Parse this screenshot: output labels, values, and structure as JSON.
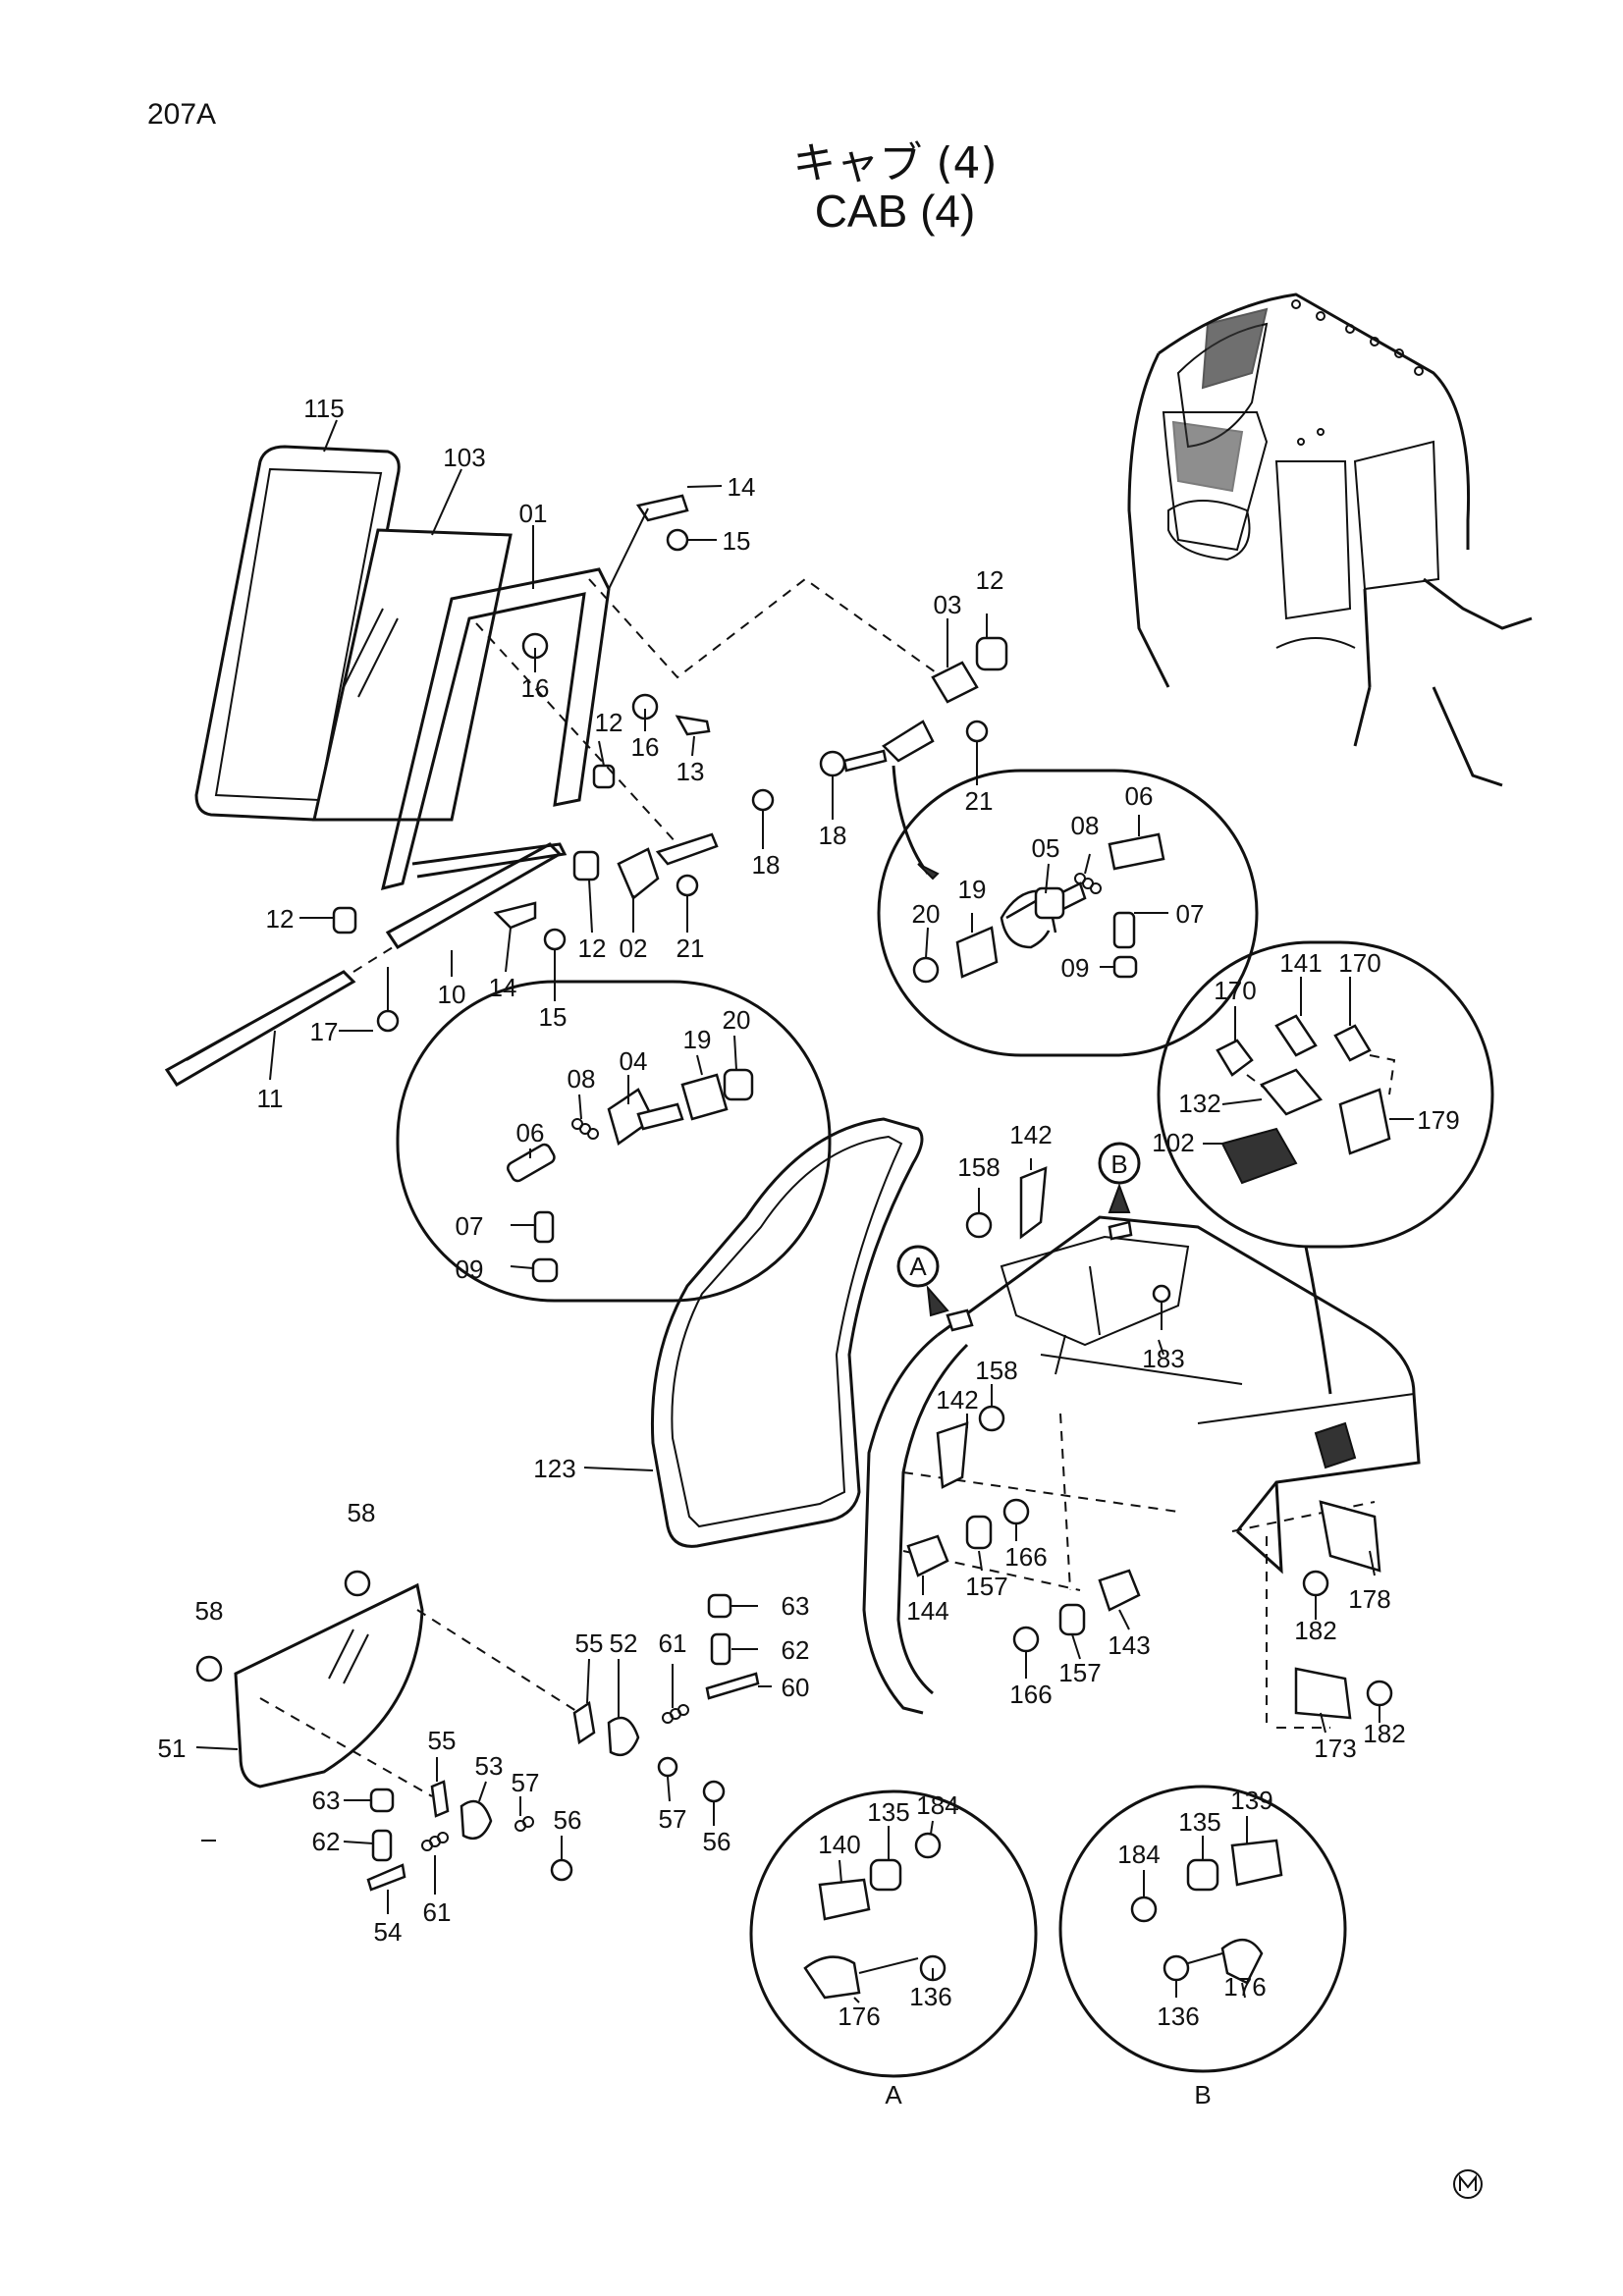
{
  "page_code": "207A",
  "title_jp": "キャブ (4)",
  "title_en": "CAB (4)",
  "detail_letters": [
    "A",
    "B"
  ],
  "callouts": [
    {
      "id": "c115",
      "label": "115"
    },
    {
      "id": "c103",
      "label": "103"
    },
    {
      "id": "c01",
      "label": "01"
    },
    {
      "id": "c14a",
      "label": "14"
    },
    {
      "id": "c15a",
      "label": "15"
    },
    {
      "id": "c16a",
      "label": "16"
    },
    {
      "id": "c12a",
      "label": "12"
    },
    {
      "id": "c16b",
      "label": "16"
    },
    {
      "id": "c13",
      "label": "13"
    },
    {
      "id": "c03",
      "label": "03"
    },
    {
      "id": "c12b",
      "label": "12"
    },
    {
      "id": "c21a",
      "label": "21"
    },
    {
      "id": "c18a",
      "label": "18"
    },
    {
      "id": "c18b",
      "label": "18"
    },
    {
      "id": "c12c",
      "label": "12"
    },
    {
      "id": "c12d",
      "label": "12"
    },
    {
      "id": "c02",
      "label": "02"
    },
    {
      "id": "c21b",
      "label": "21"
    },
    {
      "id": "c10",
      "label": "10"
    },
    {
      "id": "c14b",
      "label": "14"
    },
    {
      "id": "c15b",
      "label": "15"
    },
    {
      "id": "c17",
      "label": "17"
    },
    {
      "id": "c11",
      "label": "11"
    },
    {
      "id": "c06a",
      "label": "06"
    },
    {
      "id": "c08a",
      "label": "08"
    },
    {
      "id": "c05",
      "label": "05"
    },
    {
      "id": "c20a",
      "label": "20"
    },
    {
      "id": "c19a",
      "label": "19"
    },
    {
      "id": "c07a",
      "label": "07"
    },
    {
      "id": "c09a",
      "label": "09"
    },
    {
      "id": "c04",
      "label": "04"
    },
    {
      "id": "c19b",
      "label": "19"
    },
    {
      "id": "c20b",
      "label": "20"
    },
    {
      "id": "c08b",
      "label": "08"
    },
    {
      "id": "c06b",
      "label": "06"
    },
    {
      "id": "c07b",
      "label": "07"
    },
    {
      "id": "c09b",
      "label": "09"
    },
    {
      "id": "c170a",
      "label": "170"
    },
    {
      "id": "c141",
      "label": "141"
    },
    {
      "id": "c170b",
      "label": "170"
    },
    {
      "id": "c132",
      "label": "132"
    },
    {
      "id": "c179",
      "label": "179"
    },
    {
      "id": "c102",
      "label": "102"
    },
    {
      "id": "c142a",
      "label": "142"
    },
    {
      "id": "c158a",
      "label": "158"
    },
    {
      "id": "c183",
      "label": "183"
    },
    {
      "id": "c142b",
      "label": "142"
    },
    {
      "id": "c158b",
      "label": "158"
    },
    {
      "id": "c123",
      "label": "123"
    },
    {
      "id": "c166a",
      "label": "166"
    },
    {
      "id": "c157a",
      "label": "157"
    },
    {
      "id": "c144",
      "label": "144"
    },
    {
      "id": "c143",
      "label": "143"
    },
    {
      "id": "c166b",
      "label": "166"
    },
    {
      "id": "c157b",
      "label": "157"
    },
    {
      "id": "c178",
      "label": "178"
    },
    {
      "id": "c182a",
      "label": "182"
    },
    {
      "id": "c182b",
      "label": "182"
    },
    {
      "id": "c173",
      "label": "173"
    },
    {
      "id": "c58a",
      "label": "58"
    },
    {
      "id": "c58b",
      "label": "58"
    },
    {
      "id": "c51",
      "label": "51"
    },
    {
      "id": "c55a",
      "label": "55"
    },
    {
      "id": "c52",
      "label": "52"
    },
    {
      "id": "c61a",
      "label": "61"
    },
    {
      "id": "c63a",
      "label": "63"
    },
    {
      "id": "c62a",
      "label": "62"
    },
    {
      "id": "c60",
      "label": "60"
    },
    {
      "id": "c57a",
      "label": "57"
    },
    {
      "id": "c56a",
      "label": "56"
    },
    {
      "id": "c55b",
      "label": "55"
    },
    {
      "id": "c53",
      "label": "53"
    },
    {
      "id": "c57b",
      "label": "57"
    },
    {
      "id": "c56b",
      "label": "56"
    },
    {
      "id": "c63b",
      "label": "63"
    },
    {
      "id": "c62b",
      "label": "62"
    },
    {
      "id": "c54",
      "label": "54"
    },
    {
      "id": "c61b",
      "label": "61"
    },
    {
      "id": "c184a",
      "label": "184"
    },
    {
      "id": "c135a",
      "label": "135"
    },
    {
      "id": "c140",
      "label": "140"
    },
    {
      "id": "c136a",
      "label": "136"
    },
    {
      "id": "c176a",
      "label": "176"
    },
    {
      "id": "c139",
      "label": "139"
    },
    {
      "id": "c135b",
      "label": "135"
    },
    {
      "id": "c184b",
      "label": "184"
    },
    {
      "id": "c136b",
      "label": "136"
    },
    {
      "id": "c176b",
      "label": "176"
    }
  ]
}
